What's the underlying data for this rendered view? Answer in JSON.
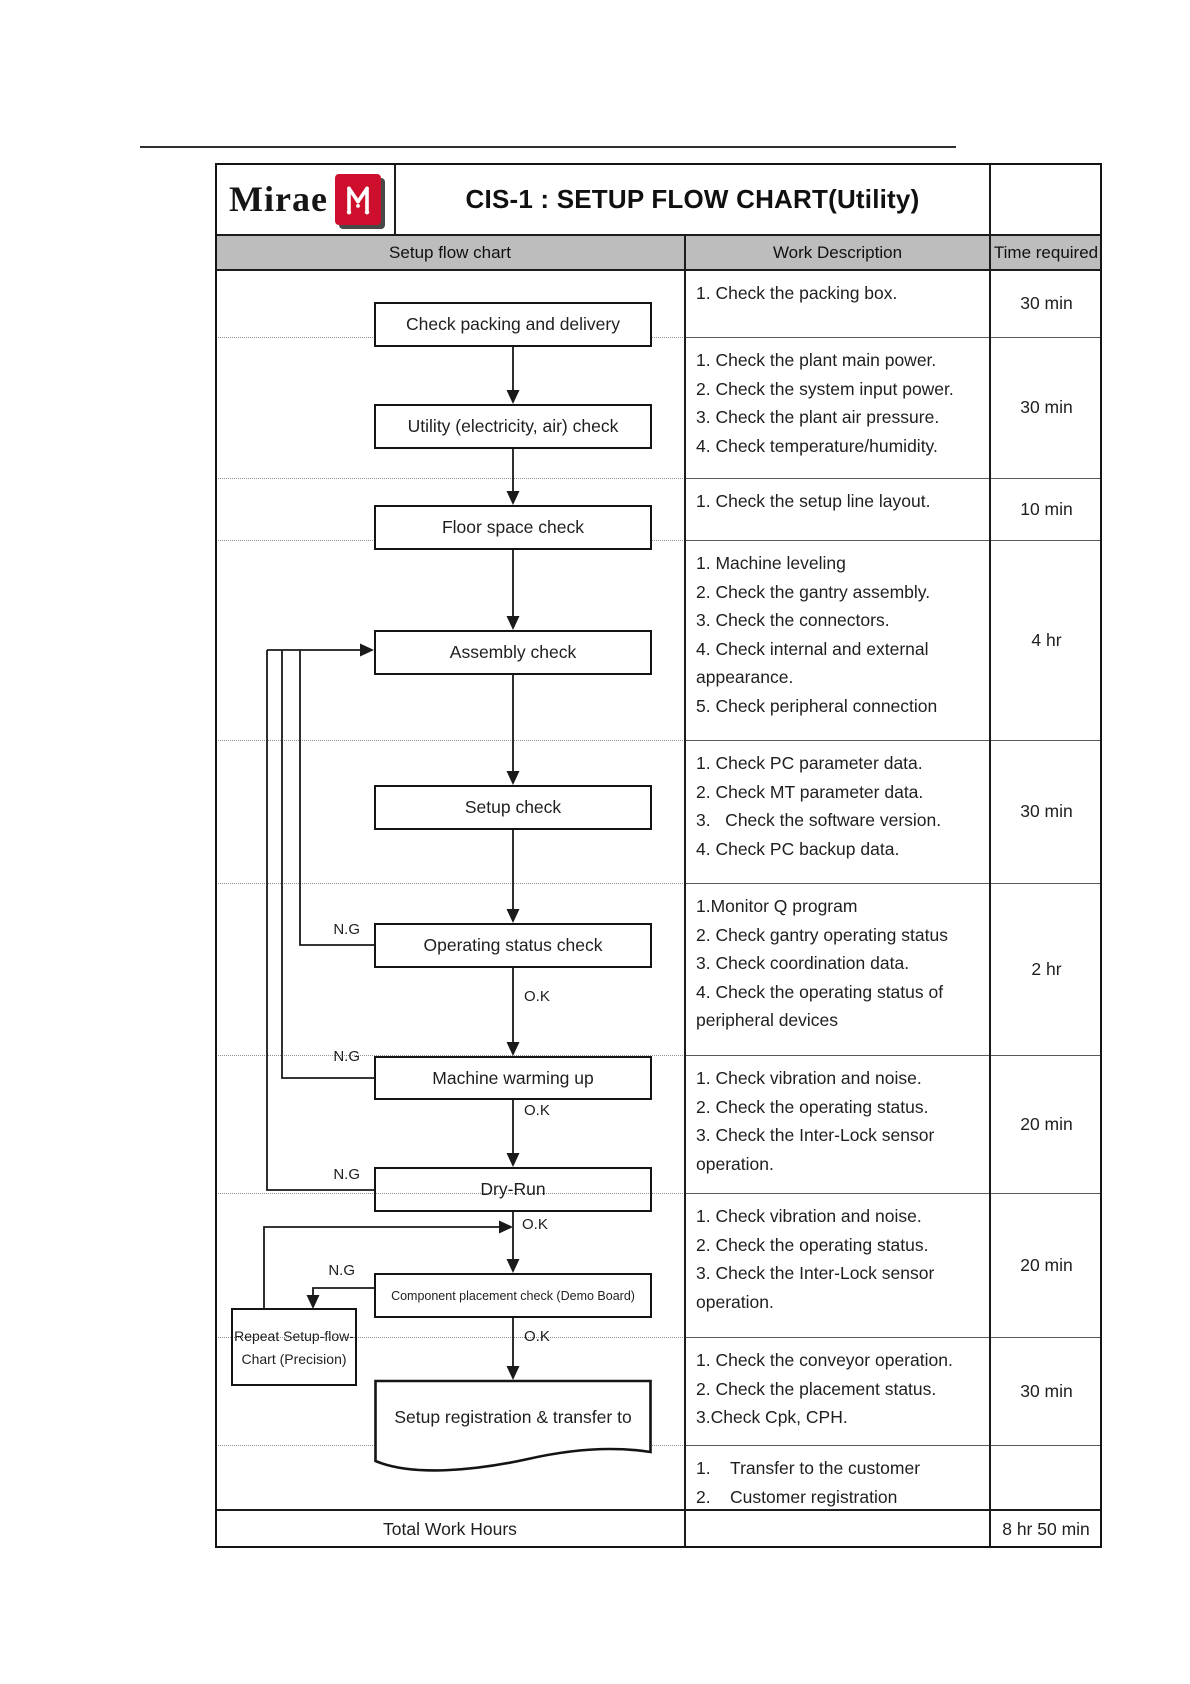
{
  "header": {
    "brand": "Mirae",
    "title": "CIS-1 : SETUP FLOW CHART(Utility)"
  },
  "columns": {
    "flow": "Setup flow chart",
    "desc": "Work Description",
    "time": "Time required"
  },
  "flow": {
    "ng": "N.G",
    "ok": "O.K",
    "boxes": [
      "Check packing and delivery",
      "Utility (electricity, air) check",
      "Floor space check",
      "Assembly check",
      "Setup check",
      "Operating status check",
      "Machine warming up",
      "Dry-Run",
      "Component placement check (Demo Board)",
      "Setup registration & transfer to"
    ],
    "repeat_box": [
      "Repeat Setup-flow-",
      "Chart (Precision)"
    ]
  },
  "rows": [
    {
      "desc": [
        "1. Check the packing box."
      ],
      "time": "30 min"
    },
    {
      "desc": [
        "1. Check the plant main power.",
        "2. Check the system input power.",
        "3. Check the plant air pressure.",
        "4. Check temperature/humidity."
      ],
      "time": "30 min"
    },
    {
      "desc": [
        "1. Check the setup line layout."
      ],
      "time": "10 min"
    },
    {
      "desc": [
        "1. Machine leveling",
        "2. Check the gantry assembly.",
        "3. Check the connectors.",
        "4. Check internal and external",
        "appearance.",
        "5. Check peripheral connection"
      ],
      "time": "4 hr"
    },
    {
      "desc": [
        "1. Check PC parameter data.",
        "2. Check MT parameter data.",
        "3.   Check the software version.",
        "4. Check PC backup data."
      ],
      "time": "30 min"
    },
    {
      "desc": [
        "1.Monitor Q program",
        "2. Check gantry operating status",
        "3. Check coordination data.",
        "4. Check the operating status of",
        "peripheral devices"
      ],
      "time": "2 hr"
    },
    {
      "desc": [
        "1. Check vibration and noise.",
        "2. Check the operating status.",
        "3. Check the Inter-Lock sensor",
        "operation."
      ],
      "time": "20 min"
    },
    {
      "desc": [
        "1. Check vibration and noise.",
        "2. Check the operating status.",
        "3. Check the Inter-Lock sensor",
        "operation."
      ],
      "time": "20 min"
    },
    {
      "desc": [
        "1. Check the conveyor operation.",
        "2. Check the placement status.",
        "3.Check Cpk, CPH."
      ],
      "time": "30 min"
    },
    {
      "desc": [
        "1.    Transfer to the customer",
        "2.    Customer registration"
      ],
      "time": ""
    }
  ],
  "footer": {
    "total_label": "Total Work Hours",
    "total_time": "8 hr 50 min"
  },
  "colors": {
    "accent_red": "#ce0e2d",
    "header_gray": "#bdbdbd"
  }
}
